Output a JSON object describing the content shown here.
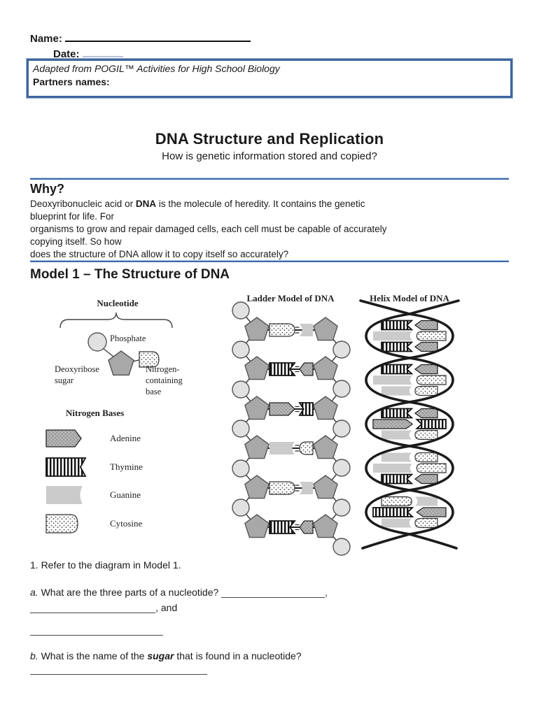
{
  "header": {
    "name_label": "Name:",
    "date_label": "Date:",
    "adapted_text": "Adapted from POGIL™ Activities for High School Biology",
    "partners_label": "Partners names:"
  },
  "title": "DNA Structure and Replication",
  "subtitle": "How is genetic information stored and copied?",
  "why": {
    "heading": "Why?",
    "line1_pre": "Deoxyribonucleic acid or ",
    "line1_bold": "DNA",
    "line1_post": " is the molecule of heredity. It contains the genetic",
    "line2": "blueprint for life. For",
    "line3": "organisms to grow and repair damaged cells, each cell must be capable of accurately",
    "line4": "copying itself. So how",
    "line5": "does the structure of DNA allow it to copy itself so accurately?"
  },
  "model1": {
    "heading": "Model 1 – The Structure of DNA",
    "nucleotide_label": "Nucleotide",
    "phosphate_label": "Phosphate",
    "sugar_label_line1": "Deoxyribose",
    "sugar_label_line2": "sugar",
    "base_label_line1": "Nitrogen-",
    "base_label_line2": "containing",
    "base_label_line3": "base",
    "bases_heading": "Nitrogen Bases",
    "ladder_title": "Ladder Model of DNA",
    "helix_title": "Helix Model of DNA",
    "legend": [
      {
        "code": "A",
        "label": "Adenine"
      },
      {
        "code": "T",
        "label": "Thymine"
      },
      {
        "code": "G",
        "label": "Guanine"
      },
      {
        "code": "C",
        "label": "Cytosine"
      }
    ],
    "ladder_pairs": [
      [
        "C",
        "G"
      ],
      [
        "T",
        "A"
      ],
      [
        "A",
        "T"
      ],
      [
        "G",
        "C"
      ],
      [
        "C",
        "G"
      ],
      [
        "T",
        "A"
      ]
    ],
    "helix_pairs": [
      [
        "T",
        "A"
      ],
      [
        "G",
        "C"
      ],
      [
        "T",
        "A"
      ],
      [
        "T",
        "A"
      ],
      [
        "G",
        "C"
      ],
      [
        "G",
        "C"
      ],
      [
        "T",
        "A"
      ],
      [
        "A",
        "T"
      ],
      [
        "G",
        "C"
      ],
      [
        "G",
        "C"
      ],
      [
        "G",
        "C"
      ],
      [
        "T",
        "A"
      ],
      [
        "C",
        "G"
      ],
      [
        "T",
        "A"
      ],
      [
        "G",
        "C"
      ]
    ]
  },
  "questions": {
    "q1": "1. Refer to the diagram in Model 1.",
    "qa_letter": "a.",
    "qa_text": " What are the three parts of a nucleotide? ",
    "qa_blank1": "___________________,",
    "qa_blank2": "_______________________",
    "qa_and": ", and",
    "qb_letter": "b.",
    "qb_pre": " What is the name of the ",
    "qb_bold": "sugar",
    "qb_post": " that is found in a nucleotide?"
  },
  "colors": {
    "rule_blue": "#3f6ba6",
    "box_border": "#3f659c"
  }
}
